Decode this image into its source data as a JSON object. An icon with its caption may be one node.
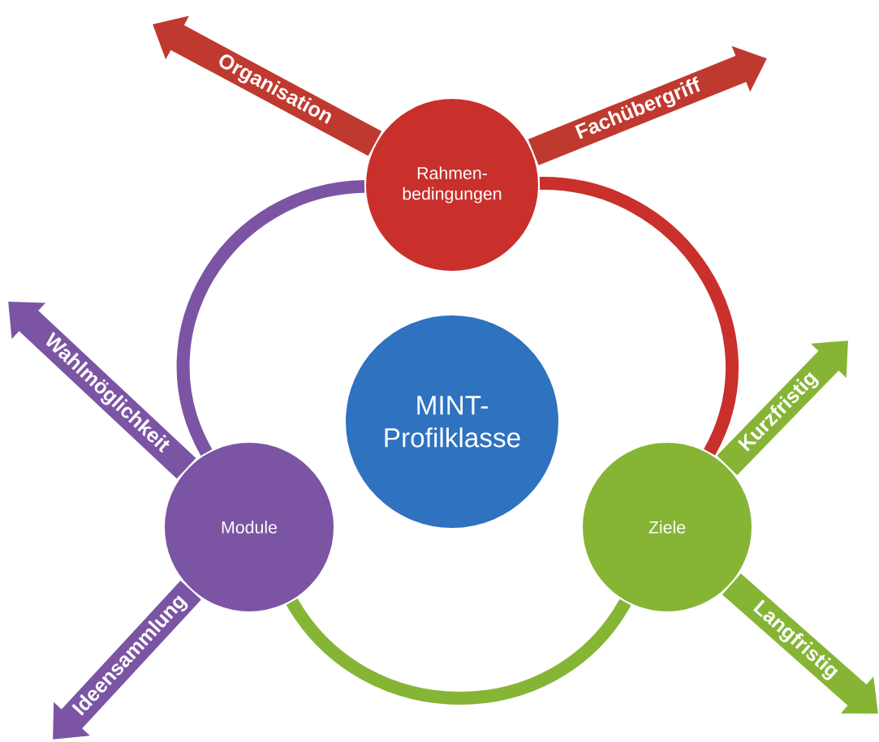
{
  "diagram": {
    "nodes": [
      {
        "text": [
          "Rahmen- bedingungen"
        ]
      },
      {
        "text": [
          "MINT- Profilklasse"
        ]
      },
      {
        "text": [
          "Module"
        ]
      },
      {
        "text": [
          "Ziele"
        ]
      }
    ],
    "edges": [
      {
        "from": 0,
        "to": null,
        "arrow": "to",
        "label": "Organisation",
        "color": "#c0392f"
      },
      {
        "from": 0,
        "to": null,
        "arrow": "to",
        "label": "Fachübergriff",
        "color": "#c0392f"
      },
      {
        "from": 2,
        "to": null,
        "arrow": "to",
        "label": "Wahlmöglichkeit",
        "color": "#7b55a3"
      },
      {
        "from": 2,
        "to": null,
        "arrow": "to",
        "label": "Ideensammlung",
        "color": "#7b55a3"
      },
      {
        "from": 3,
        "to": null,
        "arrow": "to",
        "label": "Kurzfristig",
        "color": "#86b535"
      },
      {
        "from": 3,
        "to": null,
        "arrow": "to",
        "label": "Langfristig",
        "color": "#86b535"
      },
      {
        "from": 0,
        "to": 3,
        "arrow": "none",
        "color": "#c9302c"
      },
      {
        "from": 3,
        "to": 2,
        "arrow": "none",
        "color": "#86b535"
      },
      {
        "from": 2,
        "to": 0,
        "arrow": "none",
        "color": "#7b55a3"
      }
    ]
  }
}
